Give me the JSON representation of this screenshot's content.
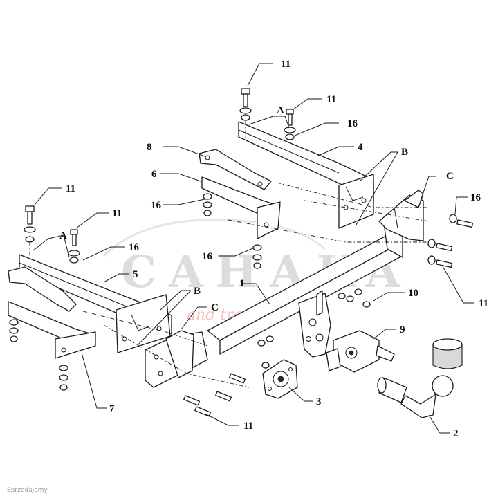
{
  "labels": {
    "part_1": "1",
    "part_2": "2",
    "part_3": "3",
    "part_4": "4",
    "part_5": "5",
    "part_6": "6",
    "part_7": "7",
    "part_8": "8",
    "part_9": "9",
    "part_10": "10",
    "part_11": "11",
    "part_16": "16",
    "detail_a": "A",
    "detail_b": "B",
    "detail_c": "C"
  },
  "watermark": {
    "brand": "CAHAKA",
    "tagline": "and travel"
  },
  "credit": "Sprzedajemy"
}
